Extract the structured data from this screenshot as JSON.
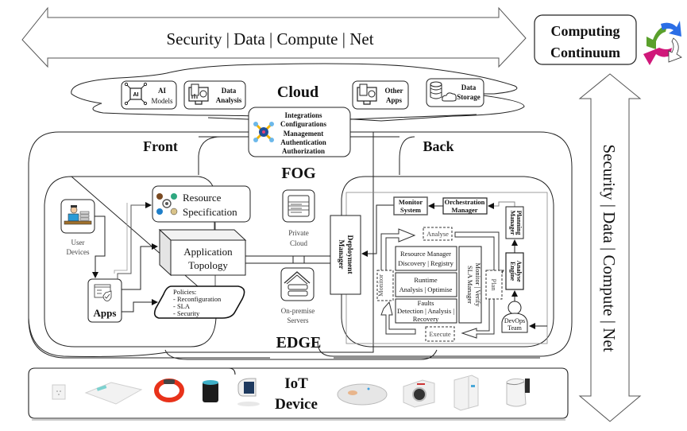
{
  "top_arrow": {
    "label": "Security | Data | Compute | Net"
  },
  "side_arrow": {
    "label": "Security | Data | Compute | Net"
  },
  "continuum": {
    "line1": "Computing",
    "line2": "Continuum",
    "logo_icon": "recycle-arrows-icon"
  },
  "cloud": {
    "title": "Cloud",
    "services": [
      {
        "line1": "AI",
        "line2": "Models",
        "icon": "ai-chip-icon"
      },
      {
        "line1": "Data",
        "line2": "Analysis",
        "icon": "analytics-monitor-icon"
      },
      {
        "line1": "Other",
        "line2": "Apps",
        "icon": "apps-monitor-icon"
      },
      {
        "line1": "Data",
        "line2": "Storage",
        "icon": "database-cloud-icon"
      }
    ],
    "integration": {
      "icon": "gears-network-icon",
      "lines": [
        "Integrations",
        "Configurations",
        "Management",
        "Authentication",
        "Authorization"
      ]
    }
  },
  "front": {
    "title": "Front"
  },
  "back": {
    "title": "Back"
  },
  "fog": {
    "title": "FOG"
  },
  "edge": {
    "title": "EDGE"
  },
  "front_panel": {
    "user_devices": {
      "line1": "User",
      "line2": "Devices",
      "icon": "user-laptop-icon"
    },
    "apps": {
      "label": "Apps",
      "icon": "app-shield-icon"
    },
    "resource_spec": {
      "line1": "Resource",
      "line2": "Specification",
      "icon": "resource-gear-icon"
    },
    "app_topology": {
      "line1": "Application",
      "line2": "Topology"
    },
    "policies": {
      "title": "Policies:",
      "items": [
        "- Reconfiguration",
        "- SLA",
        "- Security"
      ]
    }
  },
  "fog_edge_nodes": {
    "private_cloud": {
      "line1": "Private",
      "line2": "Cloud",
      "icon": "server-rack-icon"
    },
    "on_premise": {
      "line1": "On-premise",
      "line2": "Servers",
      "icon": "home-server-icon"
    }
  },
  "back_panel": {
    "deployment_manager": {
      "line1": "Deployment",
      "line2": "Manager"
    },
    "monitor_system": {
      "line1": "Monitor",
      "line2": "System"
    },
    "orchestration_manager": {
      "line1": "Orchestration",
      "line2": "Manager"
    },
    "planning_manager": {
      "line1": "Planning",
      "line2": "Manager"
    },
    "analyse_engine": {
      "line1": "Analyse",
      "line2": "Engine"
    },
    "devops_team": {
      "line1": "DevOps",
      "line2": "Team"
    },
    "mape": {
      "analyse": "Analyse",
      "plan": "Plan",
      "execute": "Execute",
      "monitor": "Monitor"
    },
    "resource_manager": {
      "line1": "Resource Manager",
      "line2": "Discovery | Registry"
    },
    "runtime": {
      "line1": "Runtime",
      "line2": "Analysis |  Optimise"
    },
    "faults": {
      "line1": "Faults",
      "line2": "Detection | Analysis |",
      "line3": "Recovery"
    },
    "sla_manager": {
      "line1": "SLA Manager",
      "line2": "Monitor | Verify"
    }
  },
  "iot": {
    "line1": "IoT",
    "line2": "Device",
    "devices": [
      "smart-plug-icon",
      "smart-scale-icon",
      "fitness-band-icon",
      "smart-speaker-icon",
      "security-camera-icon",
      "robot-vacuum-icon",
      "washing-machine-icon",
      "refrigerator-icon",
      "smart-kettle-icon"
    ]
  },
  "colors": {
    "stroke": "#222222",
    "logo_green": "#5aa02c",
    "logo_blue": "#2b6ee6",
    "logo_magenta": "#d0187a",
    "gear_blue": "#1f7fc9",
    "gear_yellow": "#f2b400",
    "band_red": "#e8321a"
  }
}
